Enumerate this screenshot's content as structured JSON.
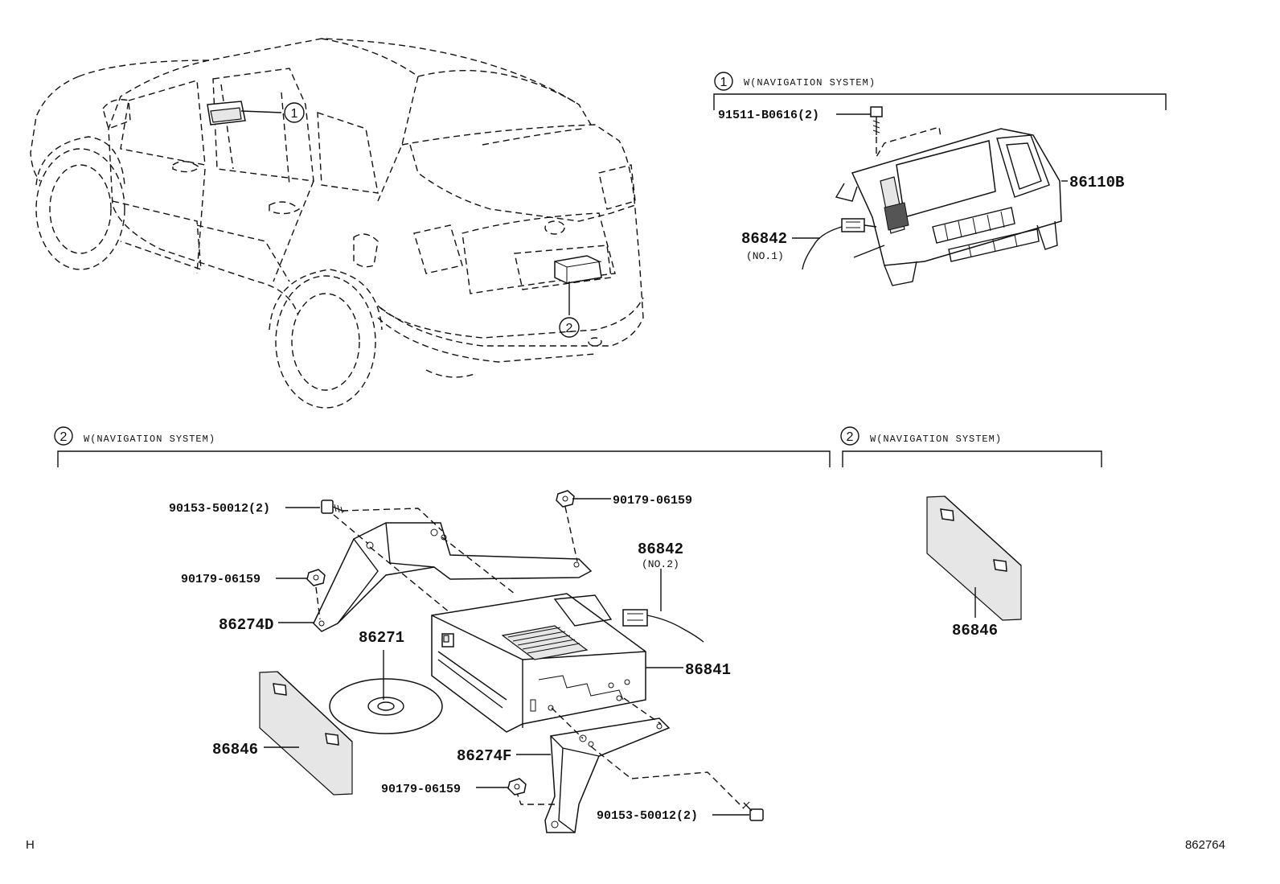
{
  "sections": {
    "nav_unit": {
      "marker": "1",
      "heading": "W(NAVIGATION SYSTEM)"
    },
    "nav_rear": {
      "marker": "2",
      "heading": "W(NAVIGATION SYSTEM)"
    },
    "nav_rear_alt": {
      "marker": "2",
      "heading": "W(NAVIGATION SYSTEM)"
    }
  },
  "vehicle_callouts": [
    "1",
    "2"
  ],
  "parts": {
    "screw_91511": "91511-B0616(2)",
    "display_86110B": "86110B",
    "wire_86842_no1": "86842",
    "wire_86842_no1_sub": "(NO.1)",
    "bolt_90153_top": "90153-50012(2)",
    "nut_90179_top": "90179-06159",
    "nut_90179_left": "90179-06159",
    "bracket_86274D": "86274D",
    "wire_86842_no2": "86842",
    "wire_86842_no2_sub": "(NO.2)",
    "disc_86271": "86271",
    "computer_86841": "86841",
    "cover_86846_left": "86846",
    "bracket_86274F": "86274F",
    "nut_90179_bottom": "90179-06159",
    "bolt_90153_bottom": "90153-50012(2)",
    "cover_86846_right": "86846"
  },
  "footer": {
    "left_code": "H",
    "diagram_id": "862764"
  }
}
